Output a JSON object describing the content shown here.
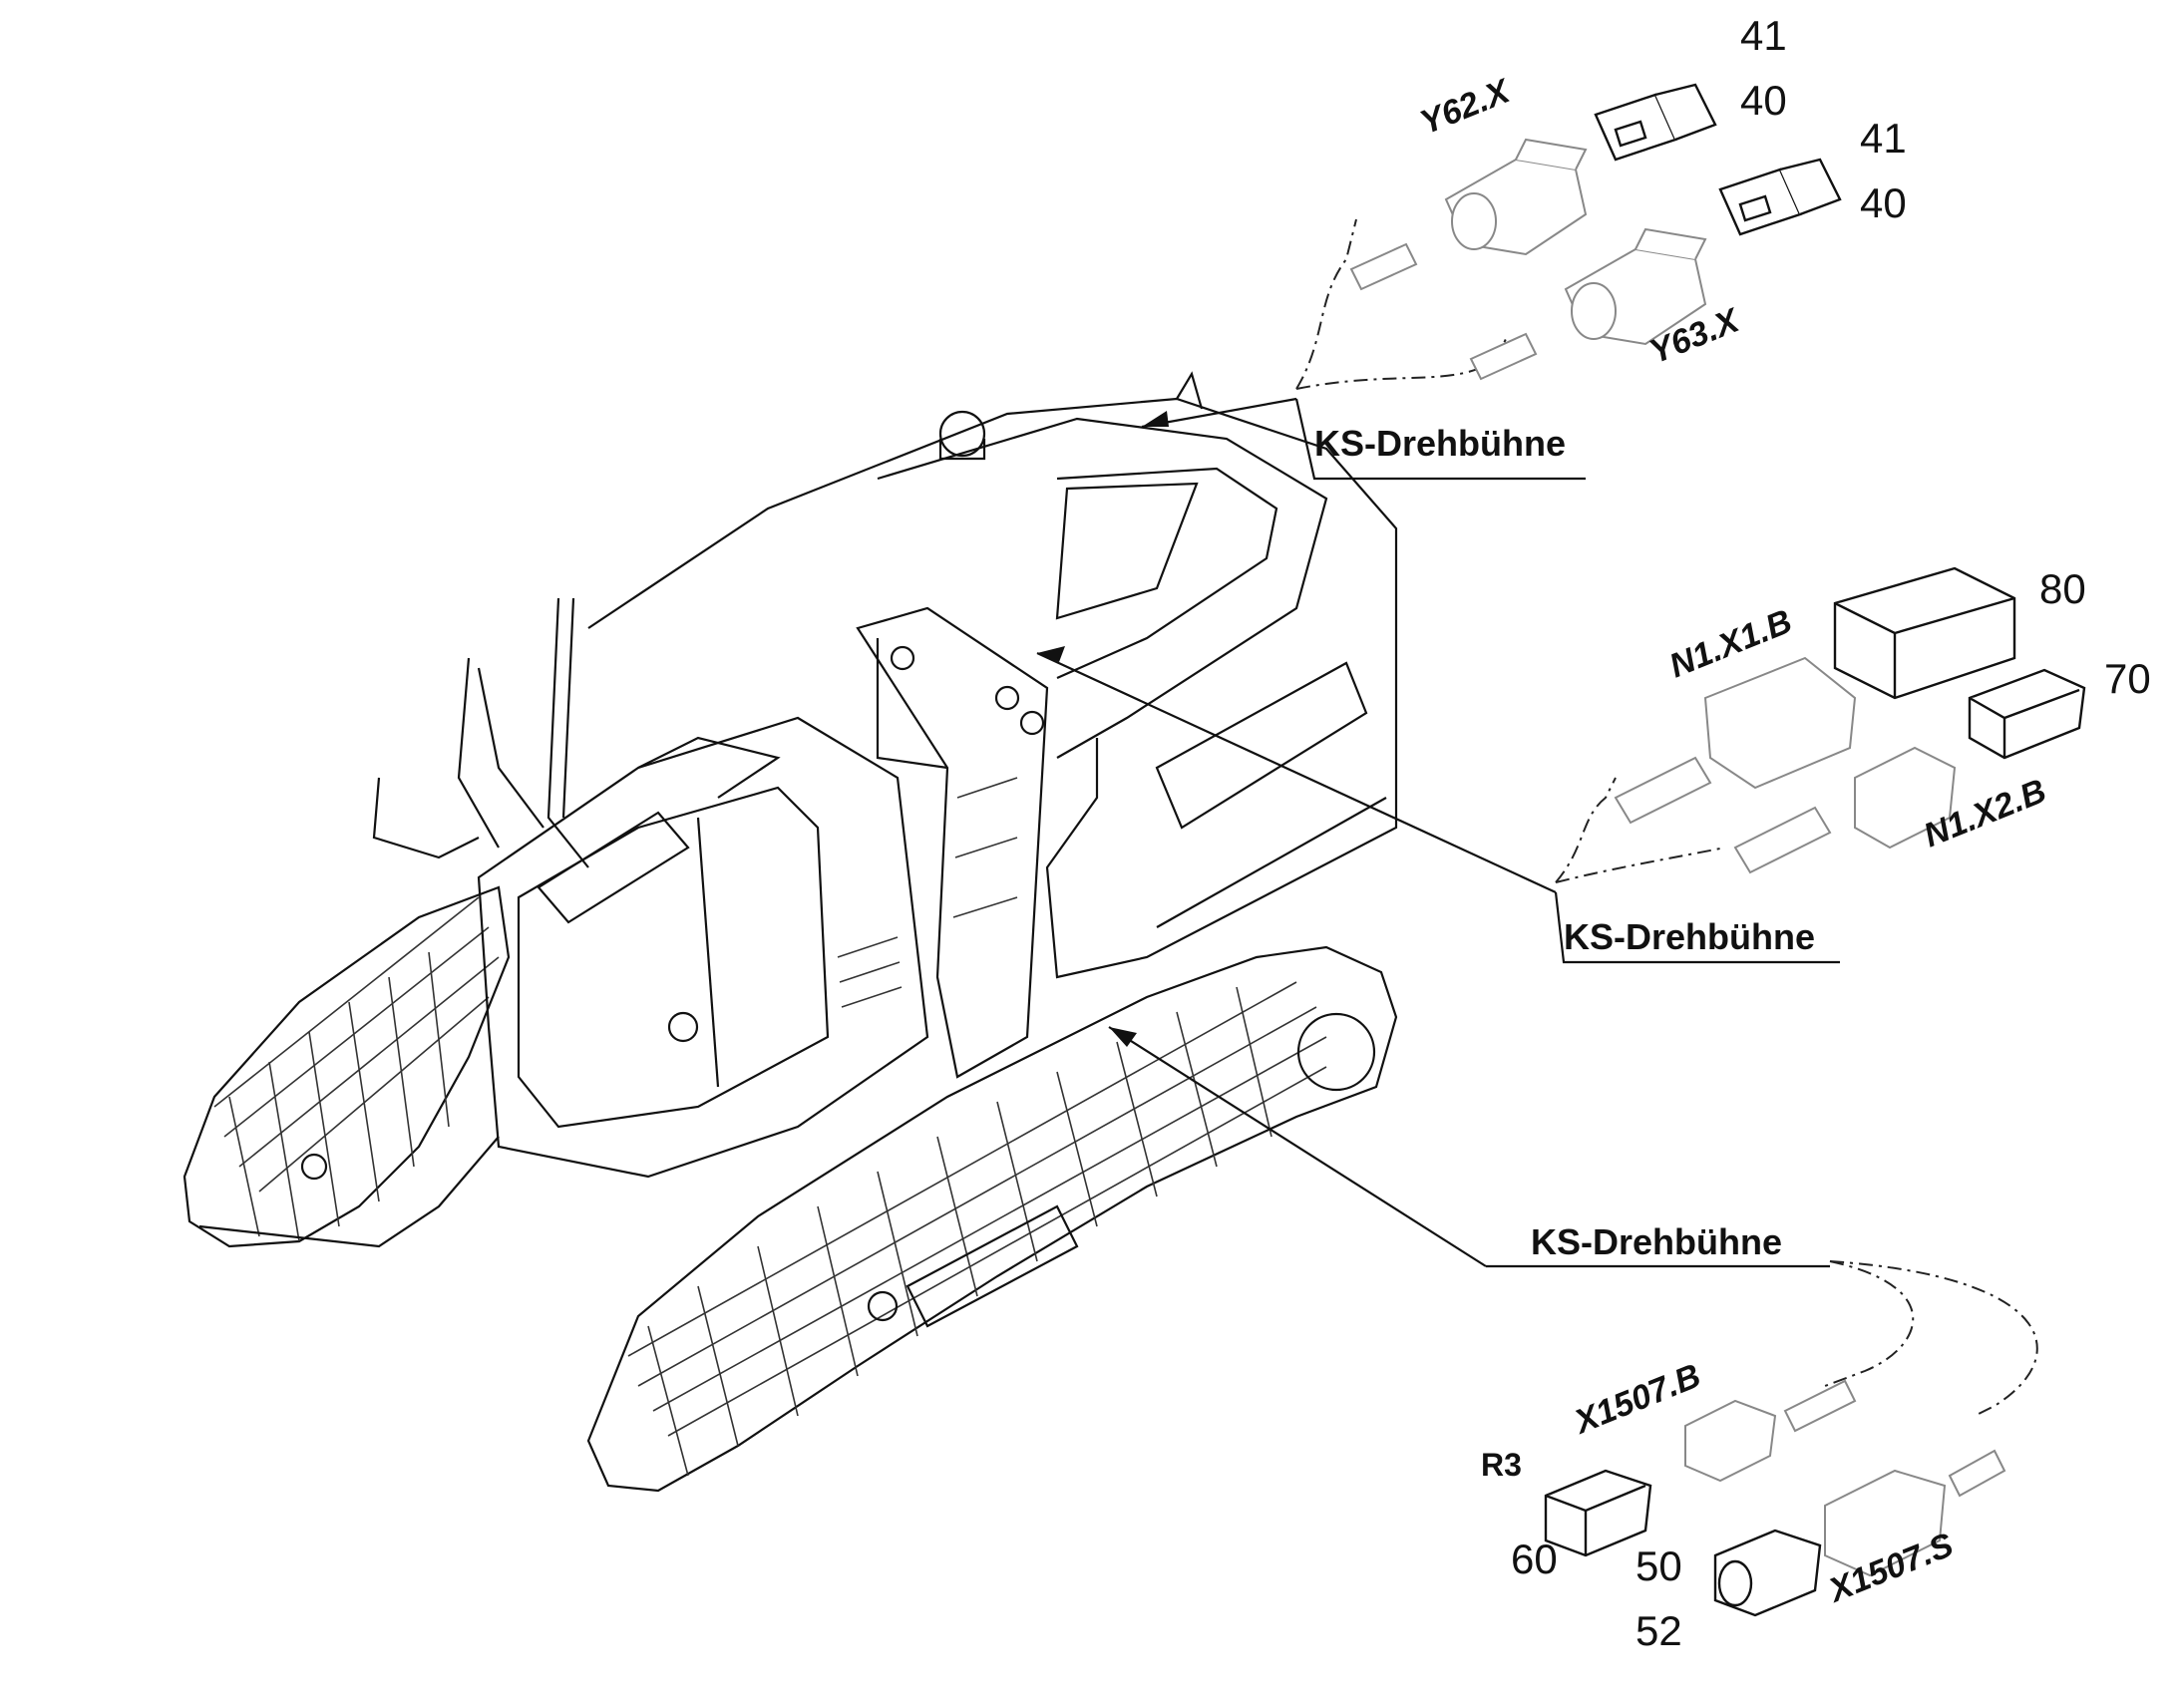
{
  "labels": {
    "ks_top": "KS-Drehbühne",
    "ks_middle": "KS-Drehbühne",
    "ks_bottom": "KS-Drehbühne"
  },
  "connectors": {
    "y62": "Y62.X",
    "y63": "Y63.X",
    "n1x1b": "N1.X1.B",
    "n1x2b": "N1.X2.B",
    "x1507b": "X1507.B",
    "x1507s": "X1507.S",
    "r3": "R3"
  },
  "part_numbers": {
    "top_a_41": "41",
    "top_a_40": "40",
    "top_b_41": "41",
    "top_b_40": "40",
    "mid_80": "80",
    "mid_70": "70",
    "bot_60": "60",
    "bot_50": "50",
    "bot_52": "52"
  }
}
